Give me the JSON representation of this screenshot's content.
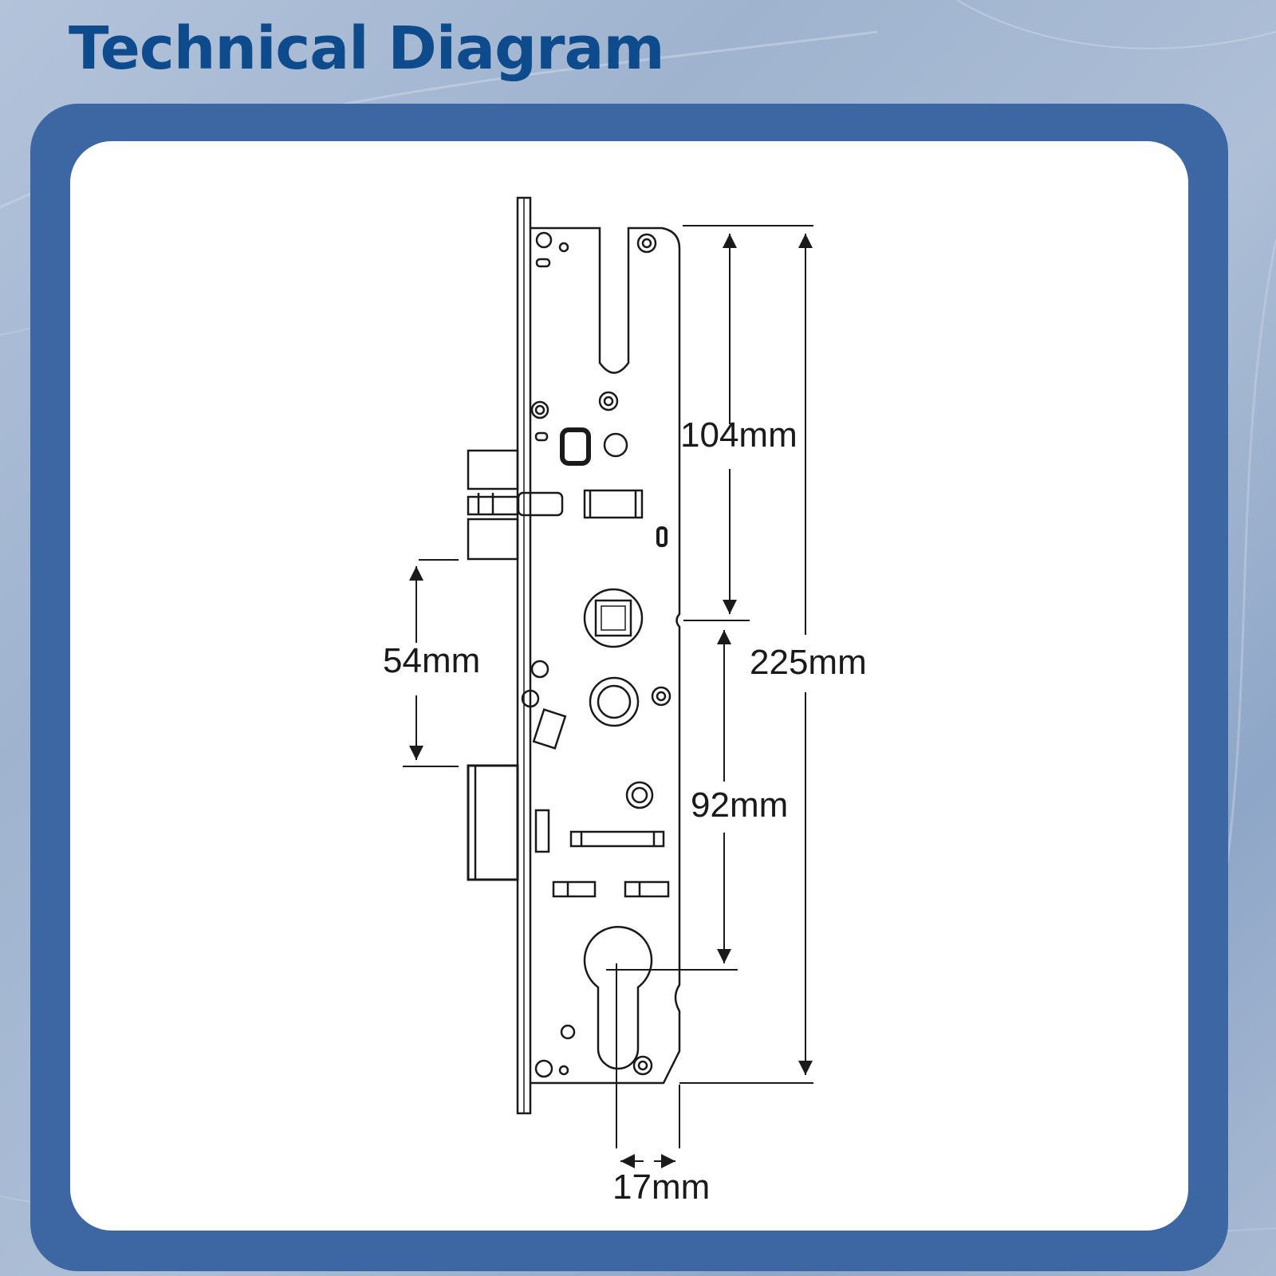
{
  "title": "Technical Diagram",
  "colors": {
    "title": "#0d4b8c",
    "frame": "#3d67a3",
    "panel": "#ffffff",
    "ink": "#1a1a1a"
  },
  "dimensions": {
    "dim_104": "104mm",
    "dim_225": "225mm",
    "dim_54": "54mm",
    "dim_92": "92mm",
    "dim_17": "17mm"
  }
}
